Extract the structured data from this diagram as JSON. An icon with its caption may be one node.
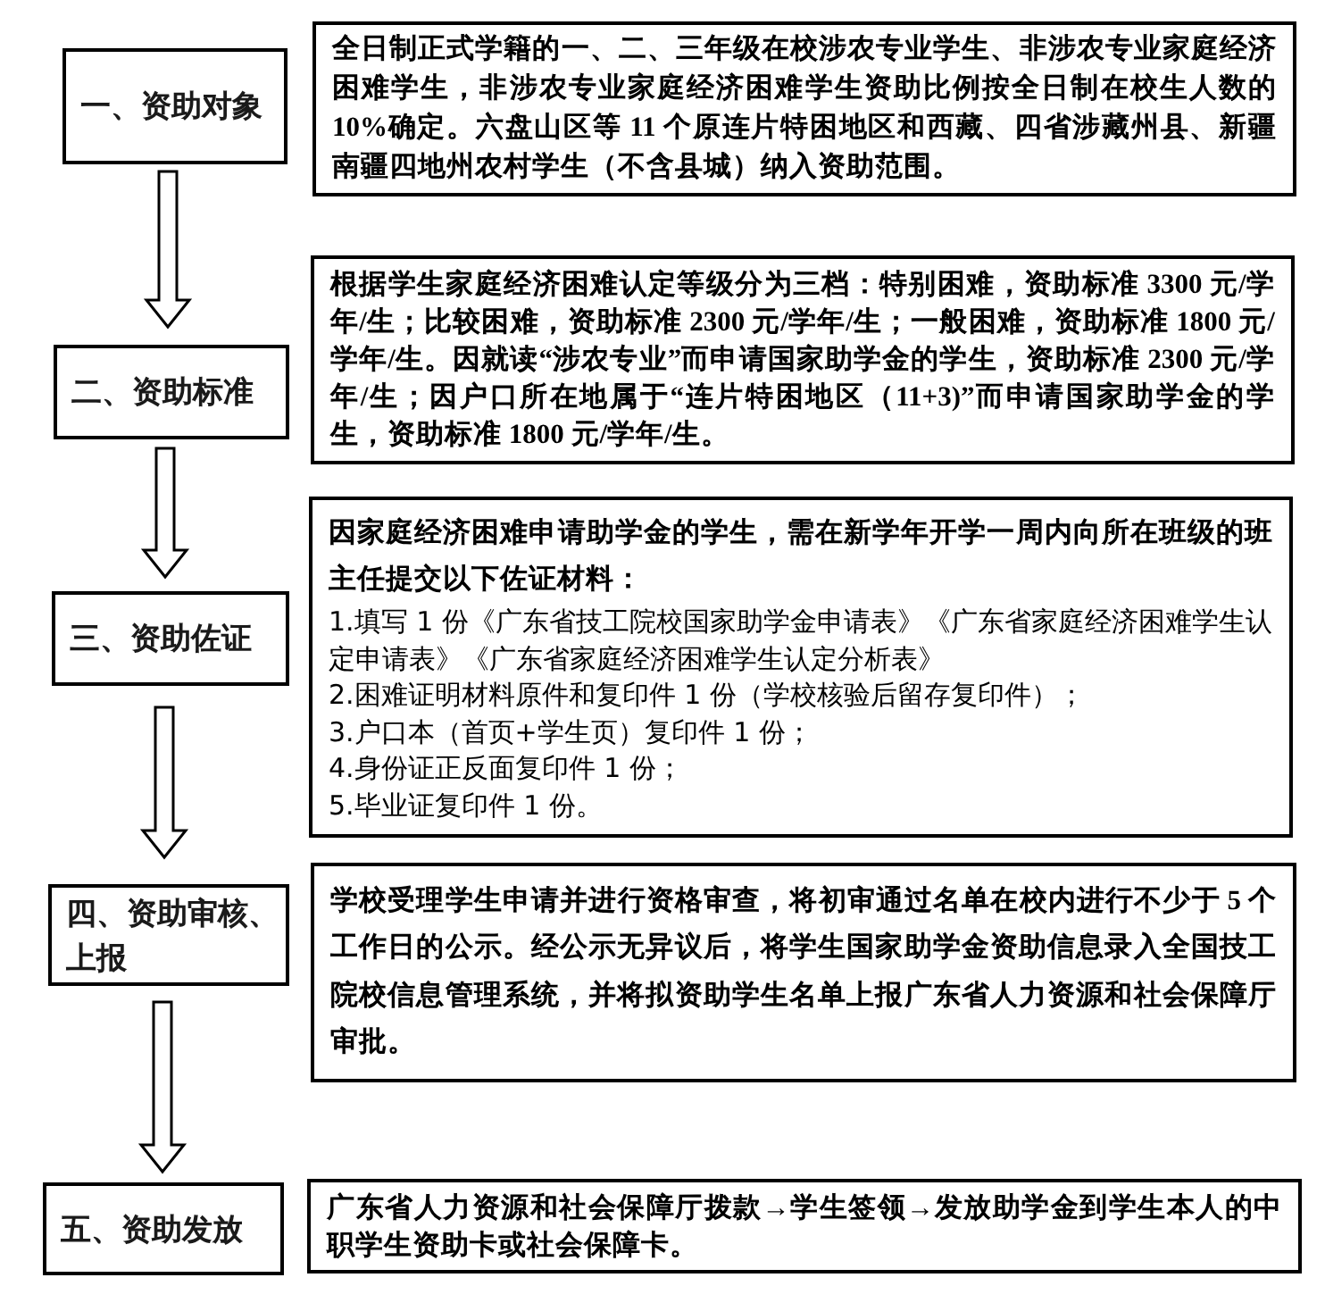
{
  "diagram": {
    "nodes": [
      {
        "text": [
          "一、资助对象"
        ]
      },
      {
        "text": [
          "全日制正式学籍的一、二、三年级在校涉农专业学生、非涉农专业家庭经济困难学生，非涉农专业家庭经济困难学生资助比例按全日制在校生人数的10%确定。六盘山区等 11 个原连片特困地区和西藏、四省涉藏州县、新疆南疆四地州农村学生（不含县城）纳入资助范围。"
        ]
      },
      {
        "text": [
          "二、资助标准"
        ]
      },
      {
        "text": [
          "根据学生家庭经济困难认定等级分为三档：特别困难，资助标准 3300 元/学年/生；比较困难，资助标准 2300 元/学年/生；一般困难，资助标准 1800 元/学年/生。因就读“涉农专业”而申请国家助学金的学生，资助标准 2300 元/学年/生；因户口所在地属于“连片特困地区（11+3)”而申请国家助学金的学生，资助标准 1800 元/学年/生。"
        ]
      },
      {
        "text": [
          "三、资助佐证"
        ]
      },
      {
        "text": [
          "因家庭经济困难申请助学金的学生，需在新学年开学一周内向所在班级的班主任提交以下佐证材料：",
          "1.填写 1 份《广东省技工院校国家助学金申请表》《广东省家庭经济困难学生认定申请表》《广东省家庭经济困难学生认定分析表》",
          "2.困难证明材料原件和复印件 1 份（学校核验后留存复印件）；",
          "3.户口本（首页+学生页）复印件 1 份；",
          "4.身份证正反面复印件 1 份；",
          "5.毕业证复印件 1 份。"
        ]
      },
      {
        "text": [
          "四、资助审核、上报"
        ]
      },
      {
        "text": [
          "学校受理学生申请并进行资格审查，将初审通过名单在校内进行不少于 5 个工作日的公示。经公示无异议后，将学生国家助学金资助信息录入全国技工院校信息管理系统，并将拟资助学生名单上报广东省人力资源和社会保障厅审批。"
        ]
      },
      {
        "text": [
          "五、资助发放"
        ]
      },
      {
        "text": [
          "广东省人力资源和社会保障厅拨款→学生签领→发放助学金到学生本人的中职学生资助卡或社会保障卡。"
        ]
      }
    ],
    "edges": [
      {
        "from": 0,
        "to": 2,
        "arrow": "to"
      },
      {
        "from": 2,
        "to": 4,
        "arrow": "to"
      },
      {
        "from": 4,
        "to": 6,
        "arrow": "to"
      },
      {
        "from": 6,
        "to": 8,
        "arrow": "to"
      }
    ]
  }
}
